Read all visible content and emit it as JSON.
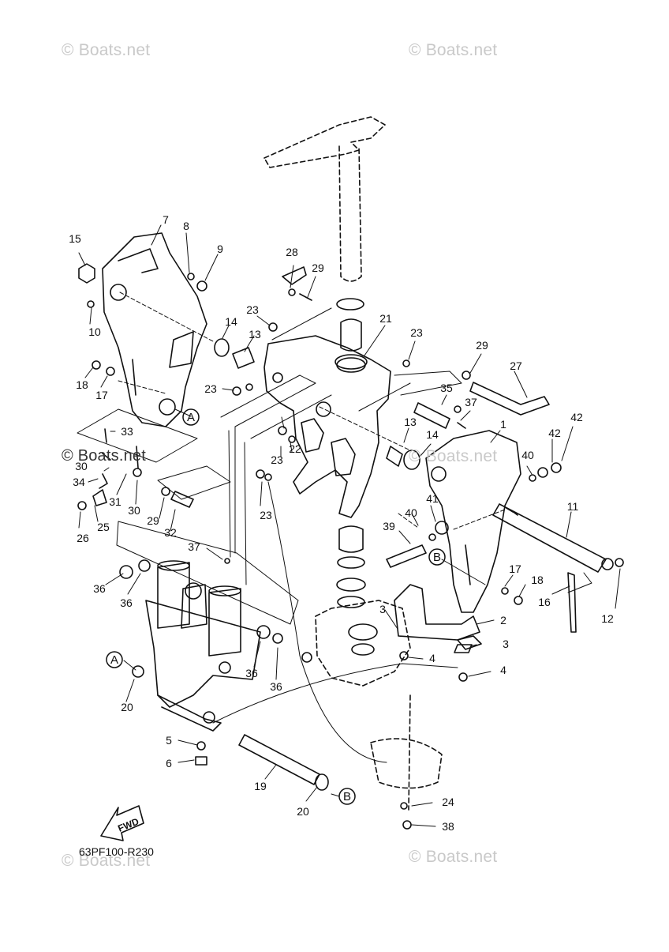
{
  "watermarks": {
    "top_left": "© Boats.net",
    "top_right": "© Boats.net",
    "mid_left": "© Boats.net",
    "mid_right": "© Boats.net",
    "bottom_left": "© Boats.net",
    "bottom_right": "© Boats.net"
  },
  "diagram_code": "63PF100-R230",
  "fwd_label": "FWD",
  "ref_letters": {
    "a": "A",
    "b": "B"
  },
  "callouts": {
    "c1": "1",
    "c2": "2",
    "c3": "3",
    "c4": "4",
    "c5": "5",
    "c6": "6",
    "c7": "7",
    "c8": "8",
    "c9": "9",
    "c10": "10",
    "c11": "11",
    "c12": "12",
    "c13": "13",
    "c14": "14",
    "c15": "15",
    "c16": "16",
    "c17": "17",
    "c18": "18",
    "c19": "19",
    "c20": "20",
    "c21": "21",
    "c22": "22",
    "c23": "23",
    "c24": "24",
    "c25": "25",
    "c26": "26",
    "c27": "27",
    "c28": "28",
    "c29": "29",
    "c30": "30",
    "c31": "31",
    "c32": "32",
    "c33": "33",
    "c34": "34",
    "c35": "35",
    "c36": "36",
    "c37": "37",
    "c38": "38",
    "c39": "39",
    "c40": "40",
    "c41": "41",
    "c42": "42"
  }
}
